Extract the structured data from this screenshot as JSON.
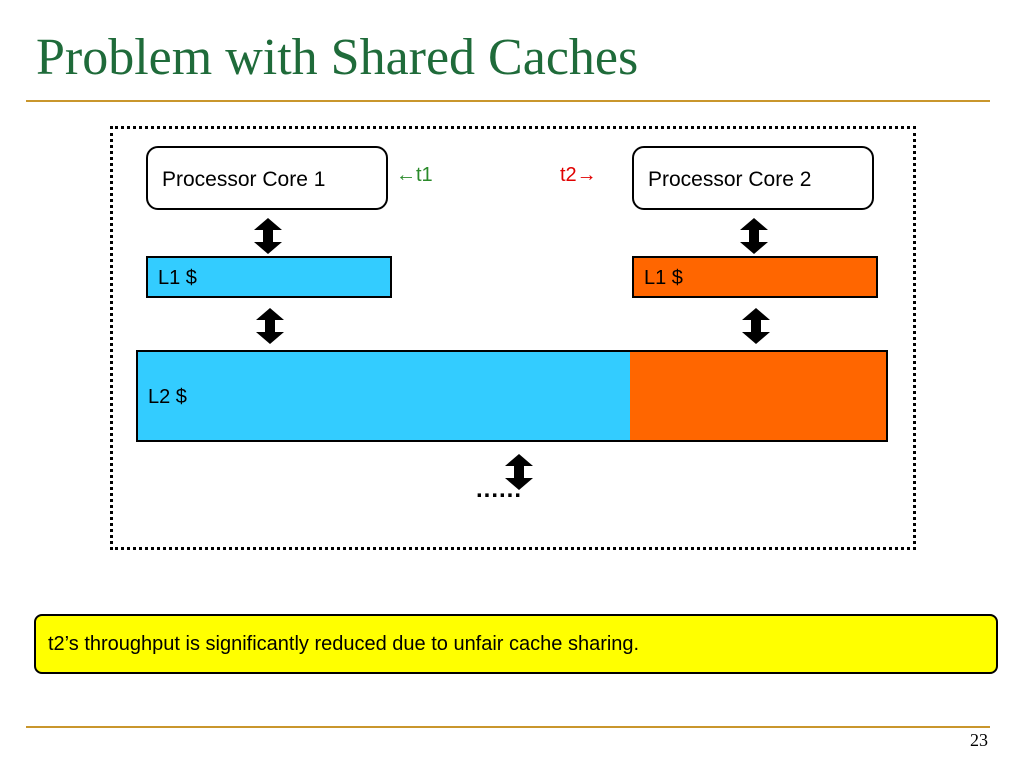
{
  "slide": {
    "title": "Problem with Shared Caches",
    "page_number": "23"
  },
  "diagram": {
    "core1_label": "Processor Core 1",
    "core2_label": "Processor Core 2",
    "thread1_label": "←t1",
    "thread2_label": "t2→",
    "l1_left_label": "L1 $",
    "l1_right_label": "L1 $",
    "l2_label": "L2 $",
    "continuation": "......",
    "colors": {
      "thread1": "#2a8a2a",
      "thread2": "#e00000",
      "core1_cache": "#33ccff",
      "core2_cache": "#ff6600"
    }
  },
  "callout": {
    "text": "t2’s throughput is significantly reduced due to unfair cache sharing."
  }
}
